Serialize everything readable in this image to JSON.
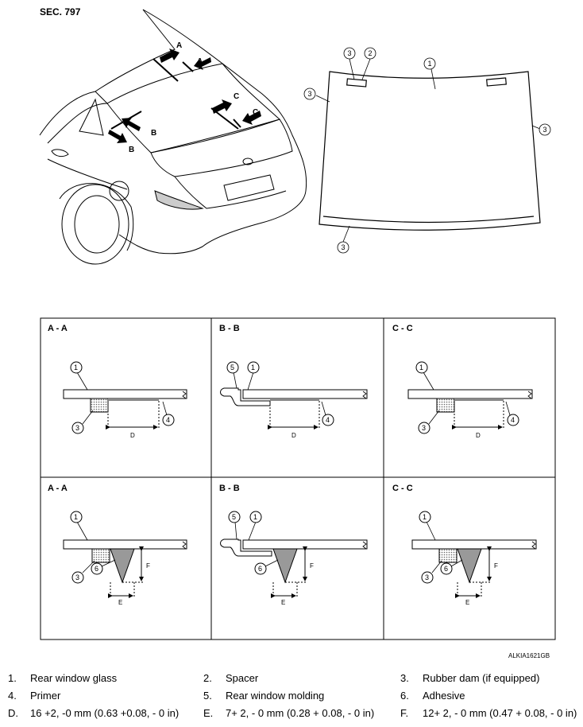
{
  "section_label": "SEC. 797",
  "figure_id": "ALKIA1621GB",
  "car_callouts": {
    "a1": "A",
    "a2": "A",
    "b1": "B",
    "b2": "B",
    "c1": "C",
    "c2": "C"
  },
  "glass_callouts": {
    "c3a": "3",
    "c2": "2",
    "c1": "1",
    "c3b": "3",
    "c3c": "3",
    "c3d": "3"
  },
  "panels": {
    "p1": {
      "title": "A - A",
      "n1": "1",
      "n3": "3",
      "n4": "4",
      "dim": "D"
    },
    "p2": {
      "title": "B - B",
      "n5": "5",
      "n1": "1",
      "n4": "4",
      "dim": "D"
    },
    "p3": {
      "title": "C - C",
      "n1": "1",
      "n3": "3",
      "n4": "4",
      "dim": "D"
    },
    "p4": {
      "title": "A - A",
      "n1": "1",
      "n3": "3",
      "n6": "6",
      "dimE": "E",
      "dimF": "F"
    },
    "p5": {
      "title": "B - B",
      "n5": "5",
      "n1": "1",
      "n6": "6",
      "dimE": "E",
      "dimF": "F"
    },
    "p6": {
      "title": "C - C",
      "n1": "1",
      "n3": "3",
      "n6": "6",
      "dimE": "E",
      "dimF": "F"
    }
  },
  "legend": [
    {
      "num": "1.",
      "text": "Rear window glass"
    },
    {
      "num": "2.",
      "text": "Spacer"
    },
    {
      "num": "3.",
      "text": "Rubber dam (if equipped)"
    },
    {
      "num": "4.",
      "text": "Primer"
    },
    {
      "num": "5.",
      "text": "Rear window molding"
    },
    {
      "num": "6.",
      "text": "Adhesive"
    },
    {
      "num": "D.",
      "text": "16 +2, -0 mm (0.63 +0.08, - 0 in)"
    },
    {
      "num": "E.",
      "text": "7+ 2, - 0 mm (0.28 + 0.08, - 0 in)"
    },
    {
      "num": "F.",
      "text": "12+ 2, - 0 mm (0.47 + 0.08, - 0 in)"
    }
  ]
}
